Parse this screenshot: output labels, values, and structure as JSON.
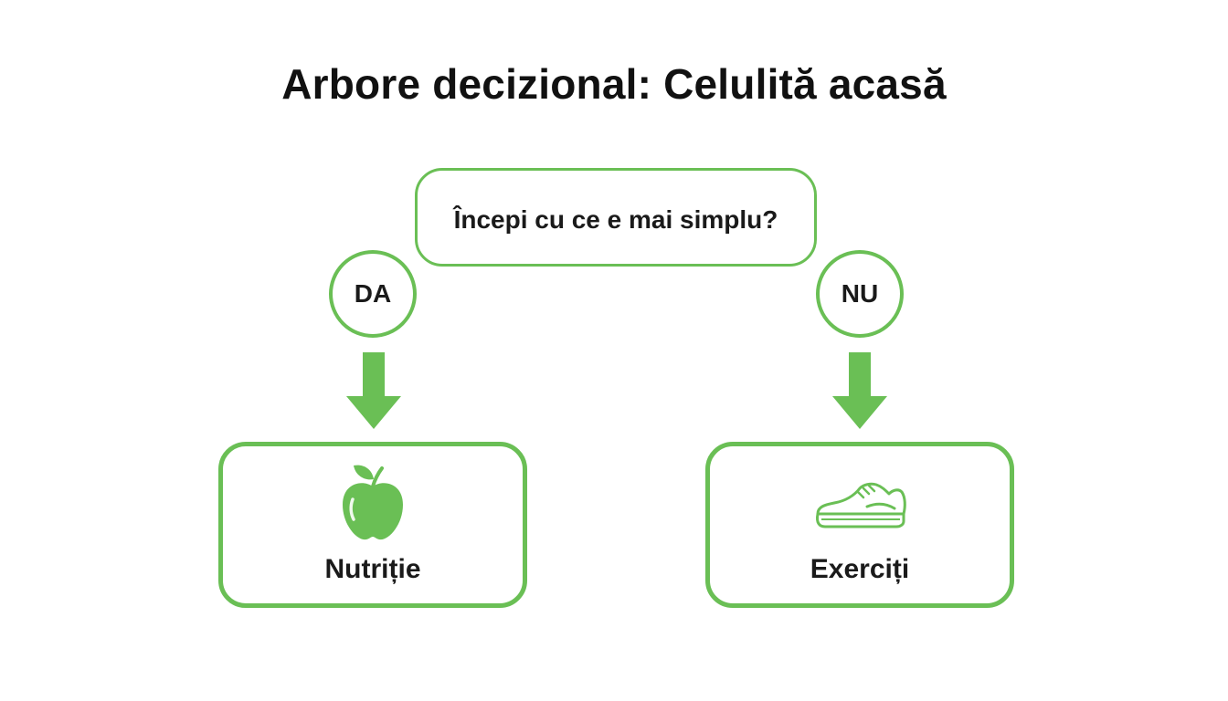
{
  "title": "Arbore decizional: Celulită acasă",
  "question": "Începi cu ce e mai simplu?",
  "answers": {
    "yes": "DA",
    "no": "NU"
  },
  "outcomes": {
    "yes": {
      "label": "Nutriție",
      "icon": "apple-icon"
    },
    "no": {
      "label": "Exerciți",
      "icon": "sneaker-icon"
    }
  },
  "colors": {
    "accent": "#6abf55",
    "text": "#1a1a1a",
    "background": "#ffffff"
  }
}
